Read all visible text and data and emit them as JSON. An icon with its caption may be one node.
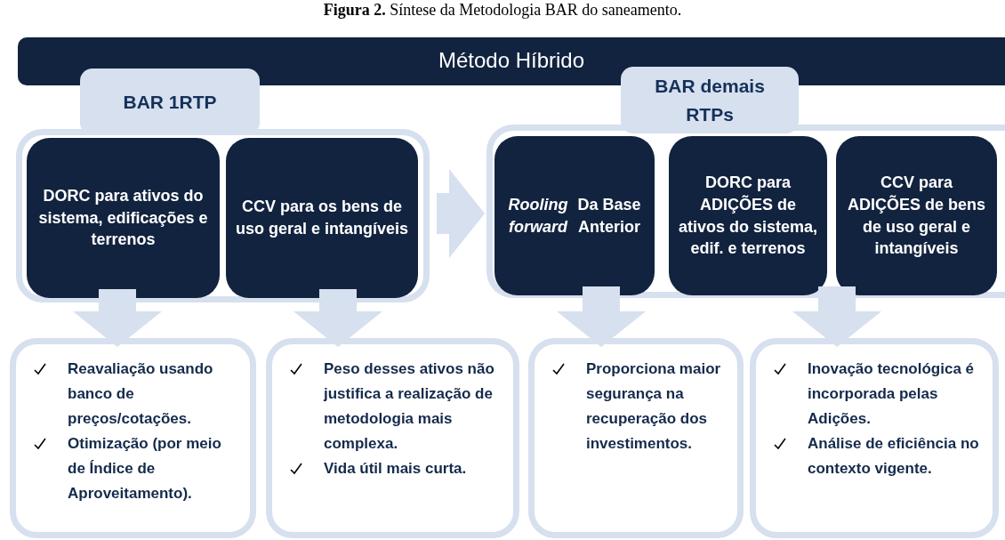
{
  "diagram": {
    "title": "**Figura 2.** Síntese da Metodologia BAR do saneamento.",
    "nodes": [
      {
        "text": [
          "Método Híbrido"
        ]
      },
      {
        "text": [
          "BAR 1RTP"
        ]
      },
      {
        "text": [
          "DORC para ativos do sistema, edificações e terrenos"
        ],
        "in": 1
      },
      {
        "text": [
          "CCV para os bens de uso geral e intangíveis"
        ],
        "in": 1
      },
      {
        "text": [
          "BAR demais RTPs"
        ]
      },
      {
        "text": [
          "*Rooling forward* Da Base Anterior"
        ],
        "in": 4
      },
      {
        "text": [
          "DORC para ADIÇÕES de ativos do sistema, edif. e terrenos"
        ],
        "in": 4
      },
      {
        "text": [
          "CCV para ADIÇÕES de bens de uso geral e intangíveis"
        ],
        "in": 4
      },
      {
        "text": [
          "Reavaliação usando banco de preços/cotações.",
          "Otimização (por meio de Índice de Aproveitamento)."
        ]
      },
      {
        "text": [
          "Peso desses ativos não justifica a realização de metodologia mais complexa.",
          "Vida útil mais curta."
        ]
      },
      {
        "text": [
          "Proporciona maior segurança na recuperação dos investimentos."
        ]
      },
      {
        "text": [
          "Inovação tecnológica é incorporada pelas Adições.",
          "Análise de eficiência no contexto vigente."
        ]
      }
    ],
    "edges": [
      {
        "from": 1,
        "to": 4,
        "arrow": "to"
      },
      {
        "from": 2,
        "to": 8,
        "arrow": "to"
      },
      {
        "from": 3,
        "to": 9,
        "arrow": "to"
      },
      {
        "from": 5,
        "to": 10,
        "arrow": "to"
      },
      {
        "from": 6,
        "to": 11,
        "arrow": "to"
      }
    ]
  }
}
